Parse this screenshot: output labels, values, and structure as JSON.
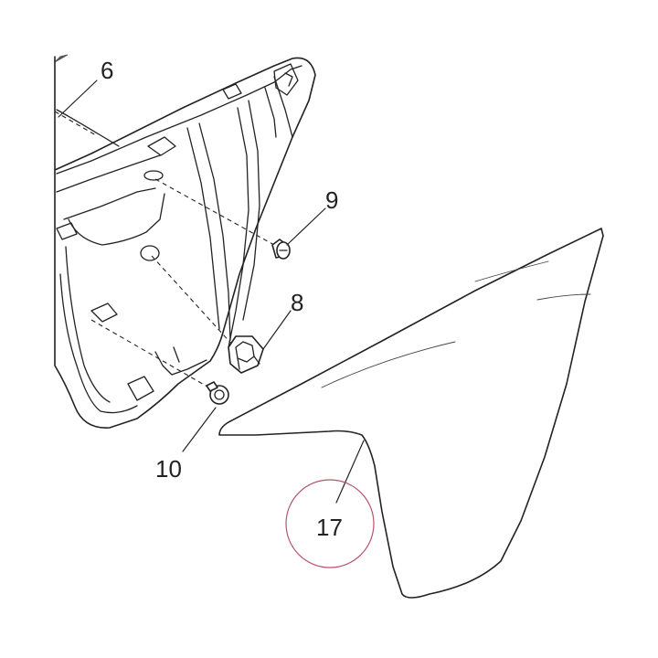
{
  "callouts": [
    {
      "id": "callout-6",
      "label": "6"
    },
    {
      "id": "callout-9",
      "label": "9"
    },
    {
      "id": "callout-8",
      "label": "8"
    },
    {
      "id": "callout-10",
      "label": "10"
    },
    {
      "id": "callout-17",
      "label": "17"
    }
  ],
  "colors": {
    "line": "#222222",
    "highlight_circle": "#b8536a",
    "background": "#ffffff"
  }
}
